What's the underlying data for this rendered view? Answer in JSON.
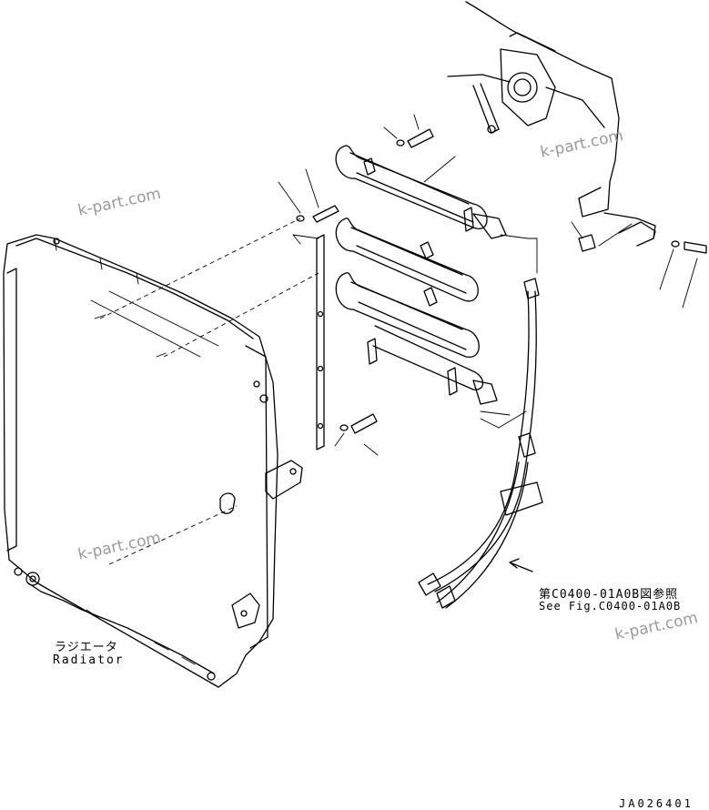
{
  "watermarks": [
    "k-part.com",
    "k-part.com",
    "k-part.com",
    "k-part.com"
  ],
  "labels": {
    "radiator_jp": "ラジエータ",
    "radiator_en": "Radiator",
    "ref_jp": "第C0400-01A0B図参照",
    "ref_en": "See Fig.C0400-01A0B",
    "drawing_code": "JA026401"
  }
}
